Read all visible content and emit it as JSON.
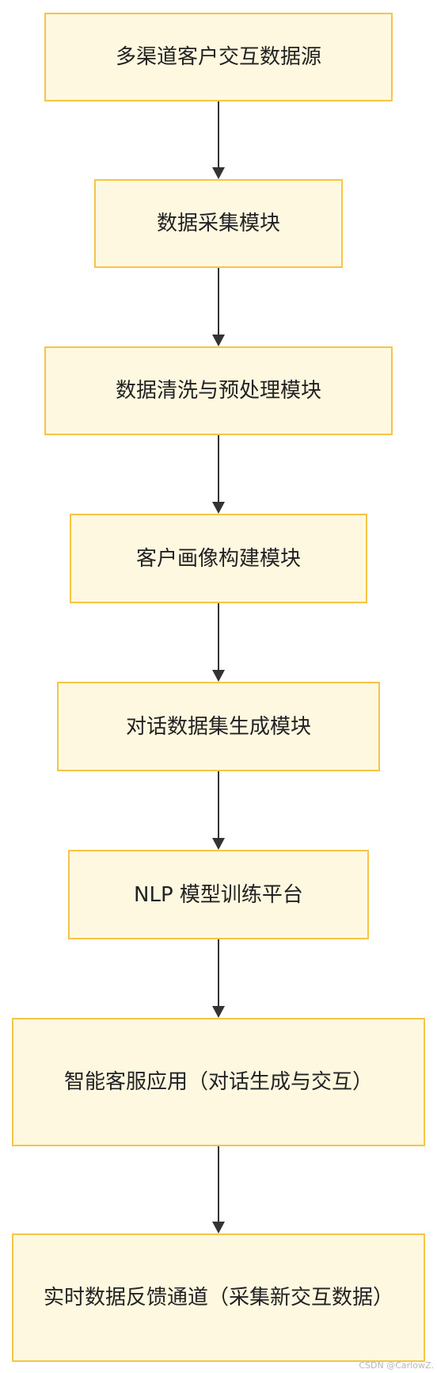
{
  "flowchart": {
    "nodes": [
      {
        "label": "多渠道客户交互数据源"
      },
      {
        "label": "数据采集模块"
      },
      {
        "label": "数据清洗与预处理模块"
      },
      {
        "label": "客户画像构建模块"
      },
      {
        "label": "对话数据集生成模块"
      },
      {
        "label": "NLP 模型训练平台"
      },
      {
        "label": "智能客服应用（对话生成与交互）"
      },
      {
        "label": "实时数据反馈通道（采集新交互数据）"
      }
    ]
  },
  "colors": {
    "node_fill": "#fff8e1",
    "node_border": "#f6c545",
    "arrow": "#333333"
  },
  "watermark": "CSDN @CarlowZ."
}
